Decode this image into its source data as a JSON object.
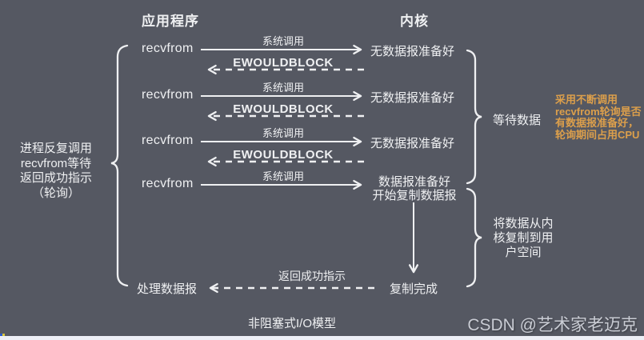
{
  "colors": {
    "background": "#555862",
    "text": "#eff0f2",
    "orange_note": "#dc9f4b",
    "watermark": "#c9ccd4",
    "bottom_bar": "#edeff6"
  },
  "headers": {
    "application": "应用程序",
    "kernel": "内核"
  },
  "left_note": {
    "lines": [
      "进程反复调用",
      "recvfrom等待",
      "返回成功指示",
      "（轮询）"
    ]
  },
  "rows": [
    {
      "call": "recvfrom",
      "syscall": "系统调用",
      "error": "EWOULDBLOCK",
      "kernel_state": "无数据报准备好"
    },
    {
      "call": "recvfrom",
      "syscall": "系统调用",
      "error": "EWOULDBLOCK",
      "kernel_state": "无数据报准备好"
    },
    {
      "call": "recvfrom",
      "syscall": "系统调用",
      "error": "EWOULDBLOCK",
      "kernel_state": "无数据报准备好"
    },
    {
      "call": "recvfrom",
      "syscall": "系统调用",
      "kernel_state_l1": "数据报准备好",
      "kernel_state_l2": "开始复制数据报"
    }
  ],
  "braces": {
    "wait_label": "等待数据",
    "copy_label_lines": [
      "将数据从内",
      "核复制到用",
      "户空间"
    ]
  },
  "polling_note": {
    "lines": [
      "采用不断调用",
      "recvfrom轮询是否",
      "有数据报准备好，",
      "轮询期间占用CPU"
    ]
  },
  "completion": {
    "return_label": "返回成功指示",
    "copy_done": "复制完成",
    "process_datagram": "处理数据报"
  },
  "footer": {
    "title": "非阻塞式I/O模型",
    "watermark": "CSDN @艺术家老迈克"
  }
}
